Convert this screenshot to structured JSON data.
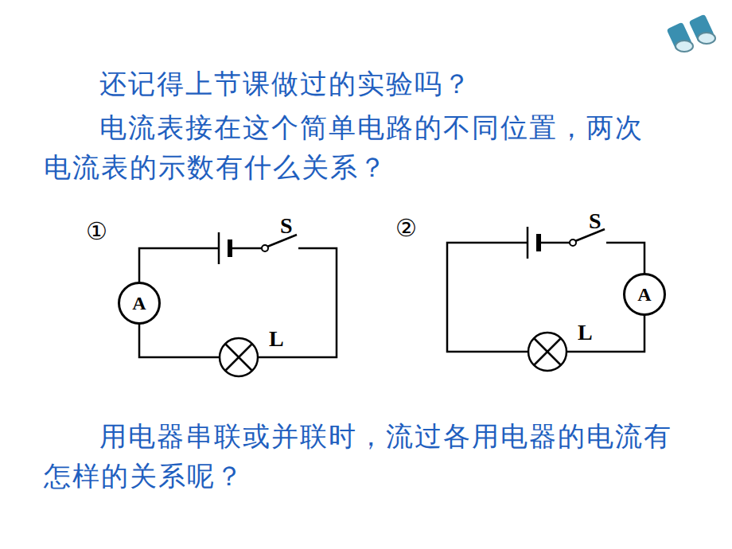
{
  "diagram": {
    "nodes": [
      {
        "text": [
          "A"
        ]
      },
      {
        "text": [
          "A"
        ]
      }
    ],
    "labels": [
      "还记得上节课做过的实验吗？",
      "电流表接在这个简单电路的不同位置，两次电流表的示数有什么关系？",
      "①",
      "S",
      "L",
      "②",
      "S",
      "L",
      "用电器串联或并联时，流过各用电器的电流有怎样的关系呢？"
    ]
  }
}
